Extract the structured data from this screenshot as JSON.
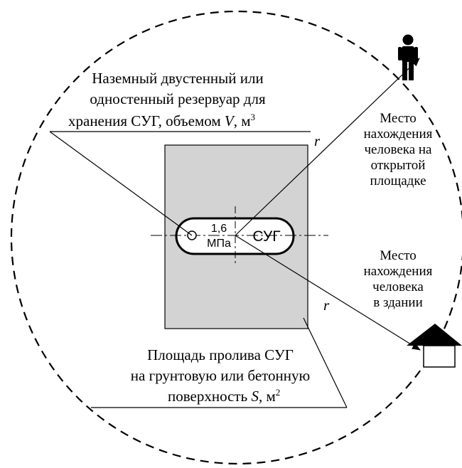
{
  "tank_caption": {
    "line1": "Наземный двустенный или",
    "line2": "одностенный резервуар для",
    "line3": "хранения СУГ, объемом ",
    "volume_symbol": "V",
    "unit": ", м",
    "unit_exp": "3"
  },
  "spill_caption": {
    "line1": "Площадь пролива СУГ",
    "line2": "на грунтовую или бетонную",
    "line3": "поверхность ",
    "area_symbol": "S",
    "unit": ", м",
    "unit_exp": "2"
  },
  "tank": {
    "pressure_value": "1,6",
    "pressure_unit": "МПа",
    "label": "СУГ"
  },
  "person_outdoor": {
    "line1": "Место",
    "line2": "нахождения",
    "line3": "человека на",
    "line4": "открытой",
    "line5": "площадке"
  },
  "person_building": {
    "line1": "Место",
    "line2": "нахождения",
    "line3": "человека",
    "line4": "в здании"
  },
  "radius_label": "r"
}
